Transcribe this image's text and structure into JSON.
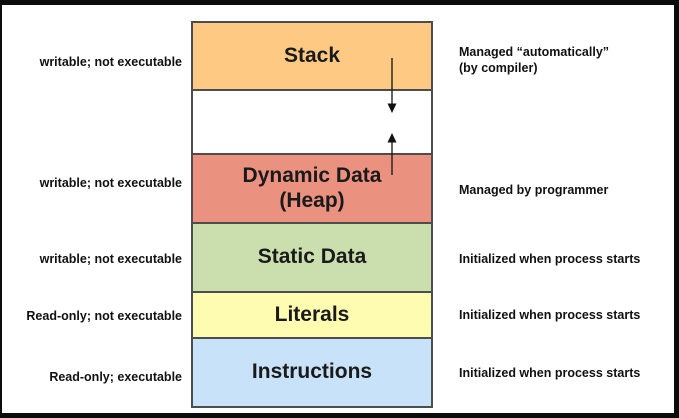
{
  "diagram": {
    "border_color": "#4d4d4d",
    "segments": [
      {
        "name": "stack",
        "label": "Stack",
        "color": "#fdc983",
        "left_note": "writable; not executable",
        "right_note_line1": "Managed “automatically”",
        "right_note_line2": "(by compiler)"
      },
      {
        "name": "unused-gap",
        "label": "",
        "color": "#ffffff"
      },
      {
        "name": "heap",
        "label_line1": "Dynamic Data",
        "label_line2": "(Heap)",
        "color": "#eb9180",
        "left_note": "writable; not executable",
        "right_note": "Managed by programmer"
      },
      {
        "name": "static-data",
        "label": "Static Data",
        "color": "#cbdfae",
        "left_note": "writable; not executable",
        "right_note": "Initialized when process starts"
      },
      {
        "name": "literals",
        "label": "Literals",
        "color": "#fdfcb0",
        "left_note": "Read-only; not executable",
        "right_note": "Initialized when process starts"
      },
      {
        "name": "instructions",
        "label": "Instructions",
        "color": "#c8e2fa",
        "left_note": "Read-only; executable",
        "right_note": "Initialized when process starts"
      }
    ],
    "arrows": [
      {
        "name": "stack-growth-arrow",
        "direction": "down"
      },
      {
        "name": "heap-growth-arrow",
        "direction": "up"
      }
    ]
  }
}
